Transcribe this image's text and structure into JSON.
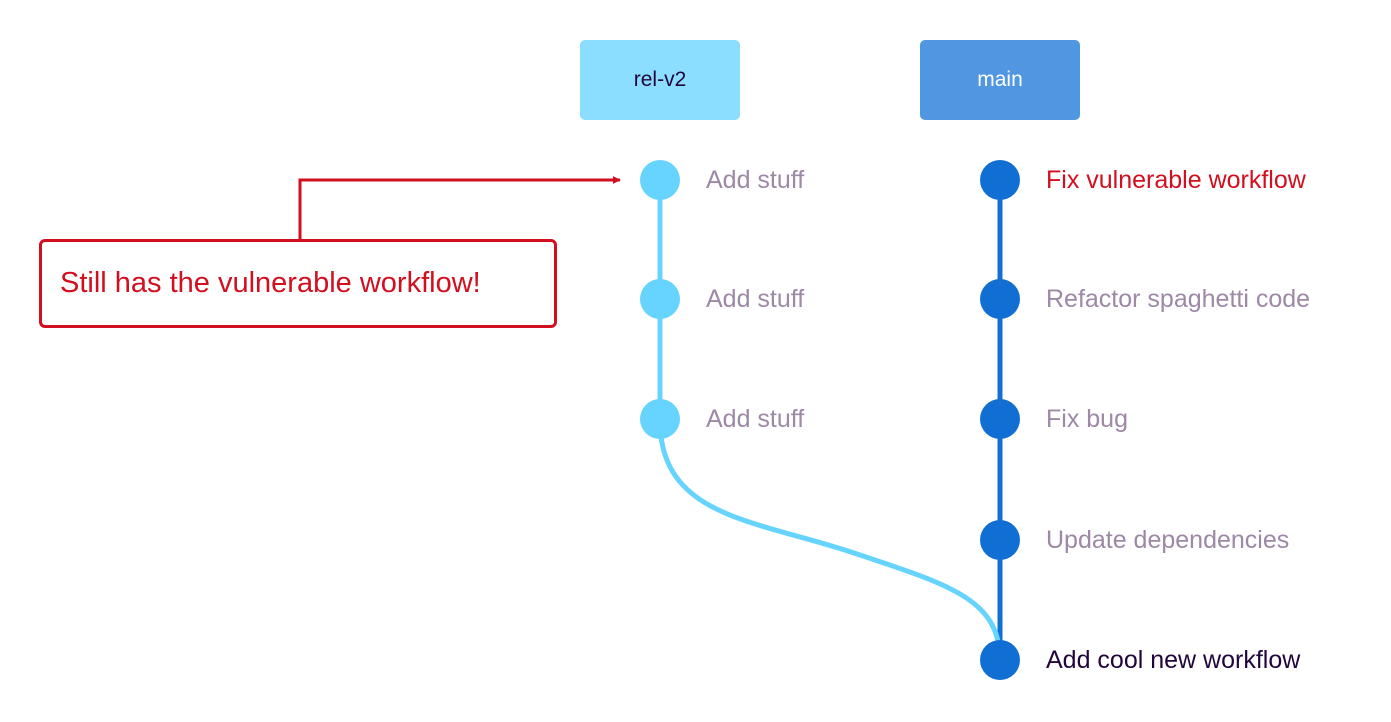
{
  "colors": {
    "rel_branch_fill": "#8BDEFF",
    "rel_commit": "#66D4FF",
    "main_branch_fill": "#5096E1",
    "main_commit": "#116FD3",
    "label_text": "#9D88A5",
    "highlight_text": "#D20F1F",
    "dark_text": "#22053D",
    "branch_text_rel": "#22053D",
    "branch_text_main": "#FFFFFF"
  },
  "branches": {
    "rel": {
      "name": "rel-v2"
    },
    "main": {
      "name": "main"
    }
  },
  "rel_commits": [
    {
      "message": "Add stuff"
    },
    {
      "message": "Add stuff"
    },
    {
      "message": "Add stuff"
    }
  ],
  "main_commits": [
    {
      "message": "Fix vulnerable workflow",
      "style": "highlight"
    },
    {
      "message": "Refactor spaghetti code",
      "style": "normal"
    },
    {
      "message": "Fix bug",
      "style": "normal"
    },
    {
      "message": "Update dependencies",
      "style": "normal"
    },
    {
      "message": "Add cool new workflow",
      "style": "dark"
    }
  ],
  "callout": {
    "text": "Still has the vulnerable workflow!"
  }
}
